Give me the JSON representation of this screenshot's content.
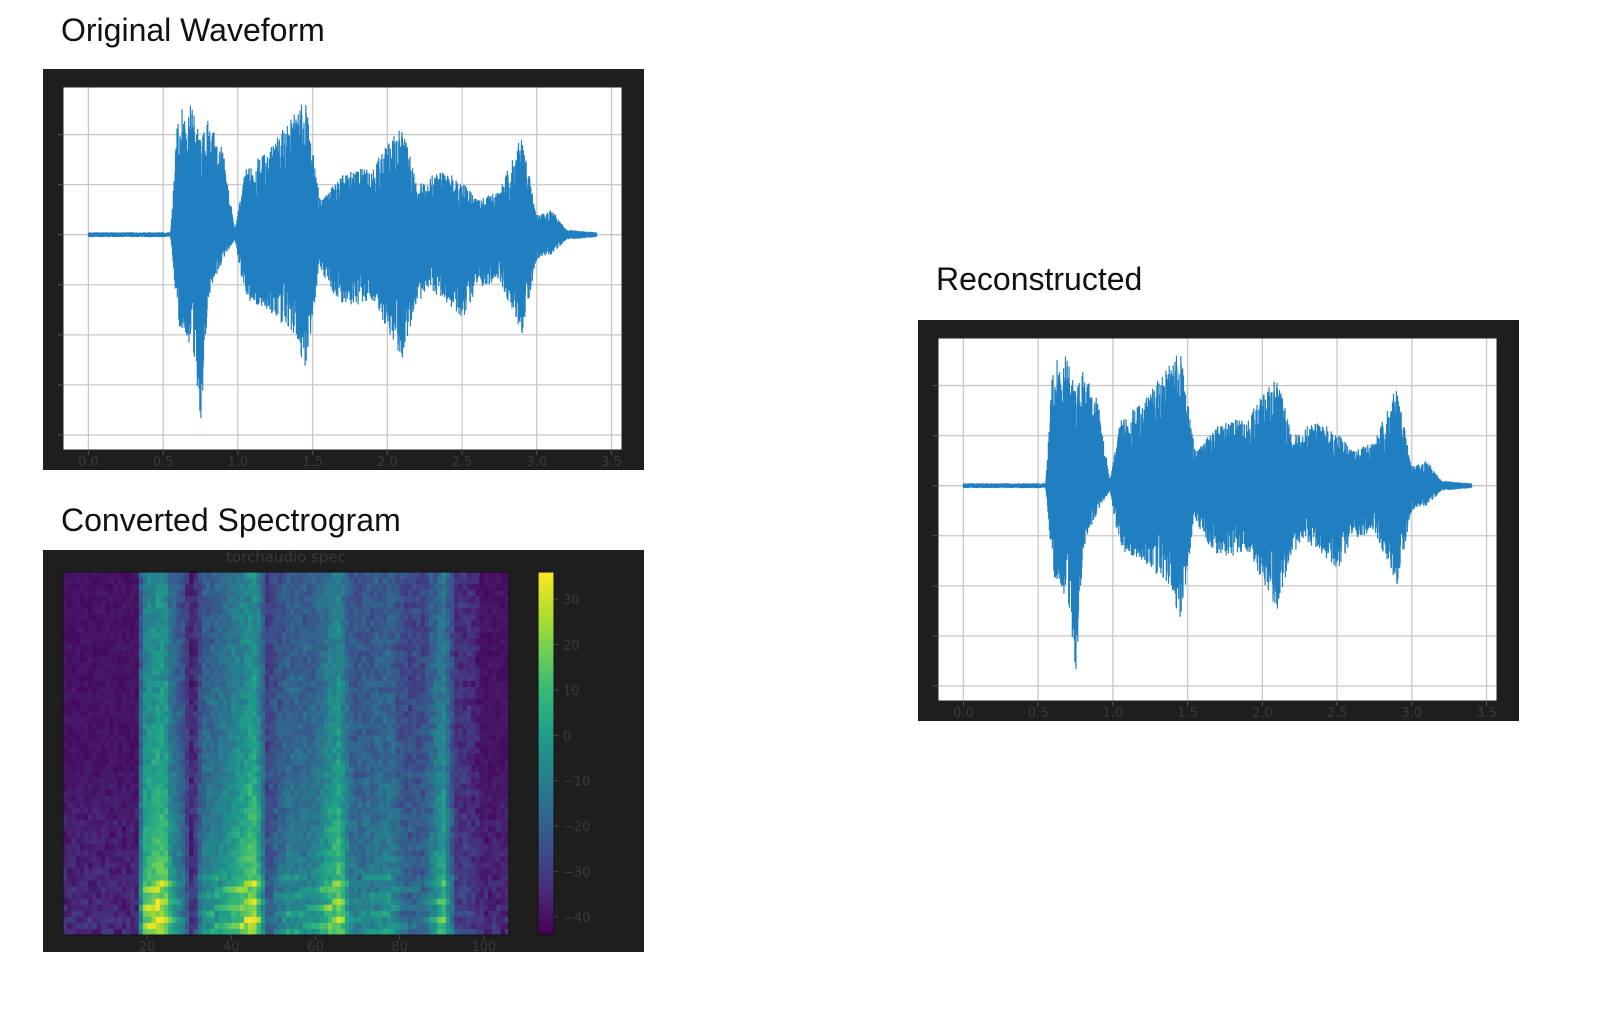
{
  "titles": {
    "original": "Original Waveform",
    "spectrogram": "Converted Spectrogram",
    "reconstructed": "Reconstructed"
  },
  "colors": {
    "waveform": "#1f7fc0",
    "panel_bg": "#1e1e1e",
    "grid": "#c8c8c8"
  },
  "chart_data": [
    {
      "id": "original",
      "type": "line",
      "xlabel": "",
      "ylabel": "",
      "xlim": [
        -0.17,
        3.57
      ],
      "ylim": [
        -4.3,
        2.95
      ],
      "x_ticks": [
        "0.0",
        "0.5",
        "1.0",
        "1.5",
        "2.0",
        "2.5",
        "3.0",
        "3.5"
      ],
      "grid": true,
      "envelope": {
        "t": [
          0.0,
          0.55,
          0.6,
          0.7,
          0.75,
          0.8,
          0.9,
          0.98,
          1.05,
          1.2,
          1.4,
          1.45,
          1.55,
          1.7,
          1.9,
          2.1,
          2.2,
          2.35,
          2.5,
          2.6,
          2.75,
          2.9,
          3.0,
          3.1,
          3.2,
          3.4
        ],
        "max": [
          0.05,
          0.05,
          2.5,
          2.6,
          1.9,
          2.3,
          1.7,
          0.1,
          1.3,
          1.7,
          2.5,
          2.7,
          0.7,
          1.2,
          1.4,
          2.2,
          1.0,
          1.3,
          1.1,
          0.7,
          0.9,
          2.0,
          0.4,
          0.5,
          0.1,
          0.05
        ],
        "min": [
          -0.05,
          -0.05,
          -1.8,
          -2.3,
          -3.9,
          -1.3,
          -0.5,
          -0.1,
          -1.3,
          -1.5,
          -2.1,
          -2.8,
          -0.7,
          -1.5,
          -1.3,
          -2.5,
          -1.3,
          -1.2,
          -1.7,
          -1.1,
          -0.9,
          -2.0,
          -0.5,
          -0.4,
          -0.1,
          -0.05
        ]
      }
    },
    {
      "id": "spectrogram",
      "type": "heatmap",
      "title": "torchaudio spec",
      "xlim": [
        0,
        106
      ],
      "x_ticks": [
        "20",
        "40",
        "60",
        "80",
        "100"
      ],
      "colorbar": {
        "range": [
          -44,
          36
        ],
        "ticks": [
          "30",
          "20",
          "10",
          "0",
          "−10",
          "−20",
          "−30",
          "−40"
        ],
        "colormap": "viridis"
      }
    },
    {
      "id": "reconstructed",
      "type": "line",
      "xlabel": "",
      "ylabel": "",
      "xlim": [
        -0.17,
        3.57
      ],
      "ylim": [
        -4.3,
        2.95
      ],
      "x_ticks": [
        "0.0",
        "0.5",
        "1.0",
        "1.5",
        "2.0",
        "2.5",
        "3.0",
        "3.5"
      ],
      "grid": true,
      "envelope": {
        "t": [
          0.0,
          0.55,
          0.6,
          0.7,
          0.75,
          0.8,
          0.9,
          0.98,
          1.05,
          1.2,
          1.4,
          1.45,
          1.55,
          1.7,
          1.9,
          2.1,
          2.2,
          2.35,
          2.5,
          2.6,
          2.75,
          2.9,
          3.0,
          3.1,
          3.2,
          3.4
        ],
        "max": [
          0.05,
          0.05,
          2.5,
          2.6,
          1.9,
          2.3,
          1.7,
          0.1,
          1.3,
          1.7,
          2.5,
          2.7,
          0.7,
          1.2,
          1.4,
          2.2,
          1.0,
          1.3,
          1.1,
          0.7,
          0.9,
          2.0,
          0.4,
          0.5,
          0.1,
          0.05
        ],
        "min": [
          -0.05,
          -0.05,
          -1.8,
          -2.3,
          -3.9,
          -1.3,
          -0.5,
          -0.1,
          -1.3,
          -1.5,
          -2.1,
          -2.8,
          -0.7,
          -1.5,
          -1.3,
          -2.5,
          -1.3,
          -1.2,
          -1.7,
          -1.1,
          -0.9,
          -2.0,
          -0.5,
          -0.4,
          -0.1,
          -0.05
        ]
      }
    }
  ]
}
